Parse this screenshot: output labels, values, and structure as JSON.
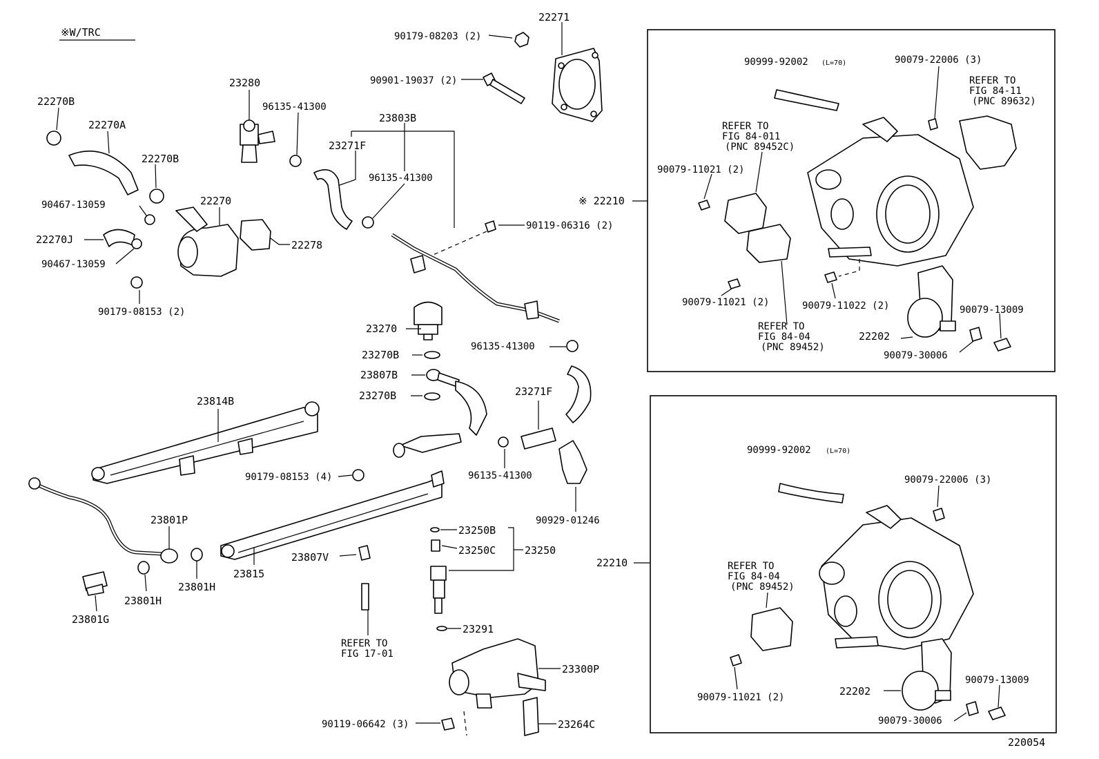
{
  "note": {
    "text": "※W/TRC"
  },
  "figure_number": "220054",
  "labels": {
    "p22271": "22271",
    "p90179_08203": "90179-08203 (2)",
    "p90901_19037": "90901-19037 (2)",
    "p23280": "23280",
    "p96135_41300_a": "96135-41300",
    "p23803B": "23803B",
    "p23271F_a": "23271F",
    "p96135_41300_b": "96135-41300",
    "p22270B_a": "22270B",
    "p22270A": "22270A",
    "p22270B_b": "22270B",
    "p22270": "22270",
    "p90467_13059_a": "90467-13059",
    "p22270J": "22270J",
    "p90467_13059_b": "90467-13059",
    "p22278": "22278",
    "p90179_08153_a": "90179-08153 (2)",
    "p90119_06316": "90119-06316 (2)",
    "p23270": "23270",
    "p96135_41300_c": "96135-41300",
    "p23270B_a": "23270B",
    "p23807B": "23807B",
    "p23270B_b": "23270B",
    "p23271F_b": "23271F",
    "p23814B": "23814B",
    "p90179_08153_b": "90179-08153 (4)",
    "p96135_41300_d": "96135-41300",
    "p90929_01246": "90929-01246",
    "p23801P": "23801P",
    "p23250B": "23250B",
    "p23250C": "23250C",
    "p23250": "23250",
    "p23807V": "23807V",
    "p23815": "23815",
    "p23801H_a": "23801H",
    "p23801H_b": "23801H",
    "p23801G": "23801G",
    "p23291": "23291",
    "refer_17_l1": "REFER TO",
    "refer_17_l2": "FIG 17-01",
    "p23300P": "23300P",
    "p90119_06642": "90119-06642 (3)",
    "p23264C": "23264C"
  },
  "upper_box": {
    "assembly_label": "※ 22210",
    "hose": "90999-92002",
    "hose_len": "(L=70)",
    "screw_a": "90079-22006 (3)",
    "refer_a": [
      "REFER TO",
      "FIG 84-11",
      "(PNC 89632)"
    ],
    "refer_b": [
      "REFER TO",
      "FIG 84-011",
      "(PNC 89452C)"
    ],
    "screw_b": "90079-11021 (2)",
    "screw_c": "90079-11021 (2)",
    "screw_d": "90079-11022 (2)",
    "refer_c": [
      "REFER TO",
      "FIG 84-04",
      "(PNC 89452)"
    ],
    "screw_e": "90079-13009",
    "valve": "22202",
    "nut": "90079-30006"
  },
  "lower_box": {
    "assembly_label": "22210",
    "hose": "90999-92002",
    "hose_len": "(L=70)",
    "screw_a": "90079-22006 (3)",
    "refer": [
      "REFER TO",
      "FIG 84-04",
      "(PNC 89452)"
    ],
    "screw_b": "90079-11021 (2)",
    "screw_e": "90079-13009",
    "valve": "22202",
    "nut": "90079-30006"
  }
}
